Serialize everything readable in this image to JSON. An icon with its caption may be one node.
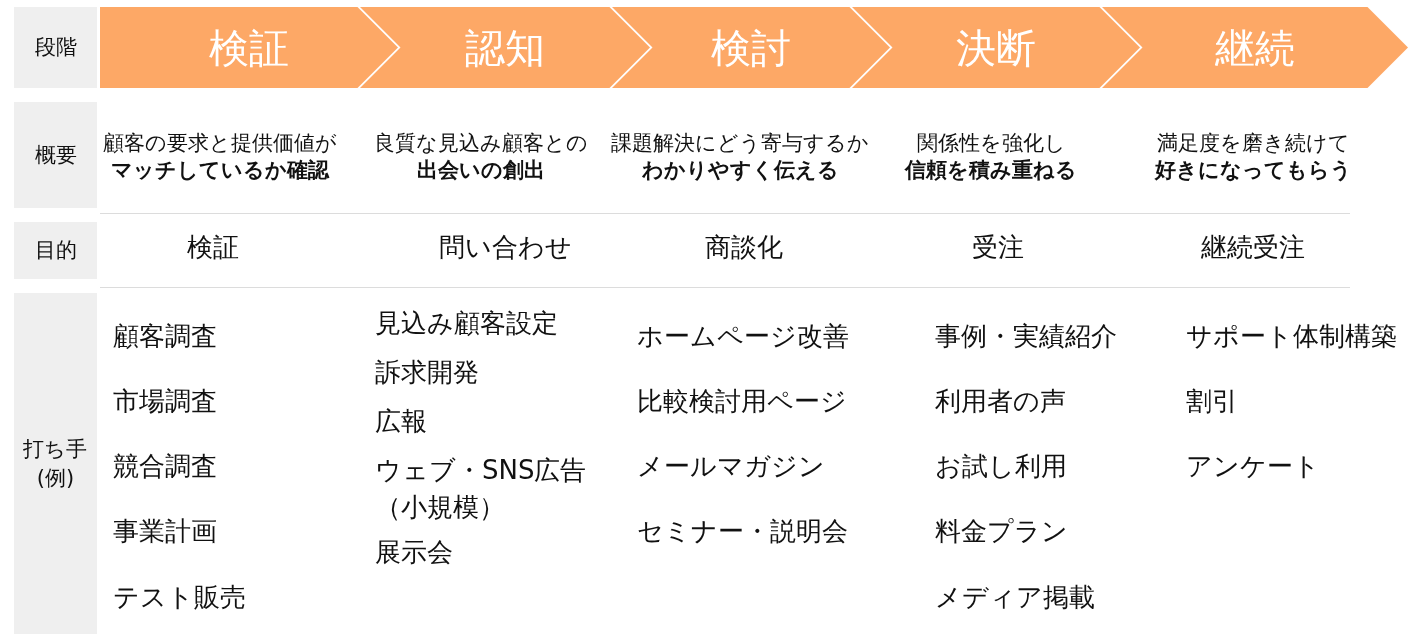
{
  "diagram": {
    "nodes": [
      {
        "text": [
          "段階"
        ]
      },
      {
        "text": [
          "検証"
        ]
      },
      {
        "text": [
          "認知"
        ]
      },
      {
        "text": [
          "検討"
        ]
      },
      {
        "text": [
          "決断"
        ]
      },
      {
        "text": [
          "継続"
        ]
      },
      {
        "text": [
          "概要"
        ]
      },
      {
        "text": [
          "目的"
        ]
      },
      {
        "text": [
          "打ち手(例)"
        ]
      }
    ],
    "labels": [
      "顧客の要求と提供価値が**マッチしているか確認**",
      "良質な見込み顧客との**出会いの創出**",
      "課題解決にどう寄与するか**わかりやすく伝える**",
      "関係性を強化し**信頼を積み重ねる**",
      "満足度を磨き続けて**好きになってもらう**",
      "検証",
      "問い合わせ",
      "商談化",
      "受注",
      "継続受注",
      "顧客調査",
      "市場調査",
      "競合調査",
      "事業計画",
      "テスト販売",
      "見込み顧客設定",
      "訴求開発",
      "広報",
      "ウェブ・SNS広告（小規模）",
      "展示会",
      "ホームページ改善",
      "比較検討用ページ",
      "メールマガジン",
      "セミナー・説明会",
      "事例・実績紹介",
      "利用者の声",
      "お試し利用",
      "料金プラン",
      "メディア掲載",
      "サポート体制構築",
      "割引",
      "アンケート"
    ]
  }
}
